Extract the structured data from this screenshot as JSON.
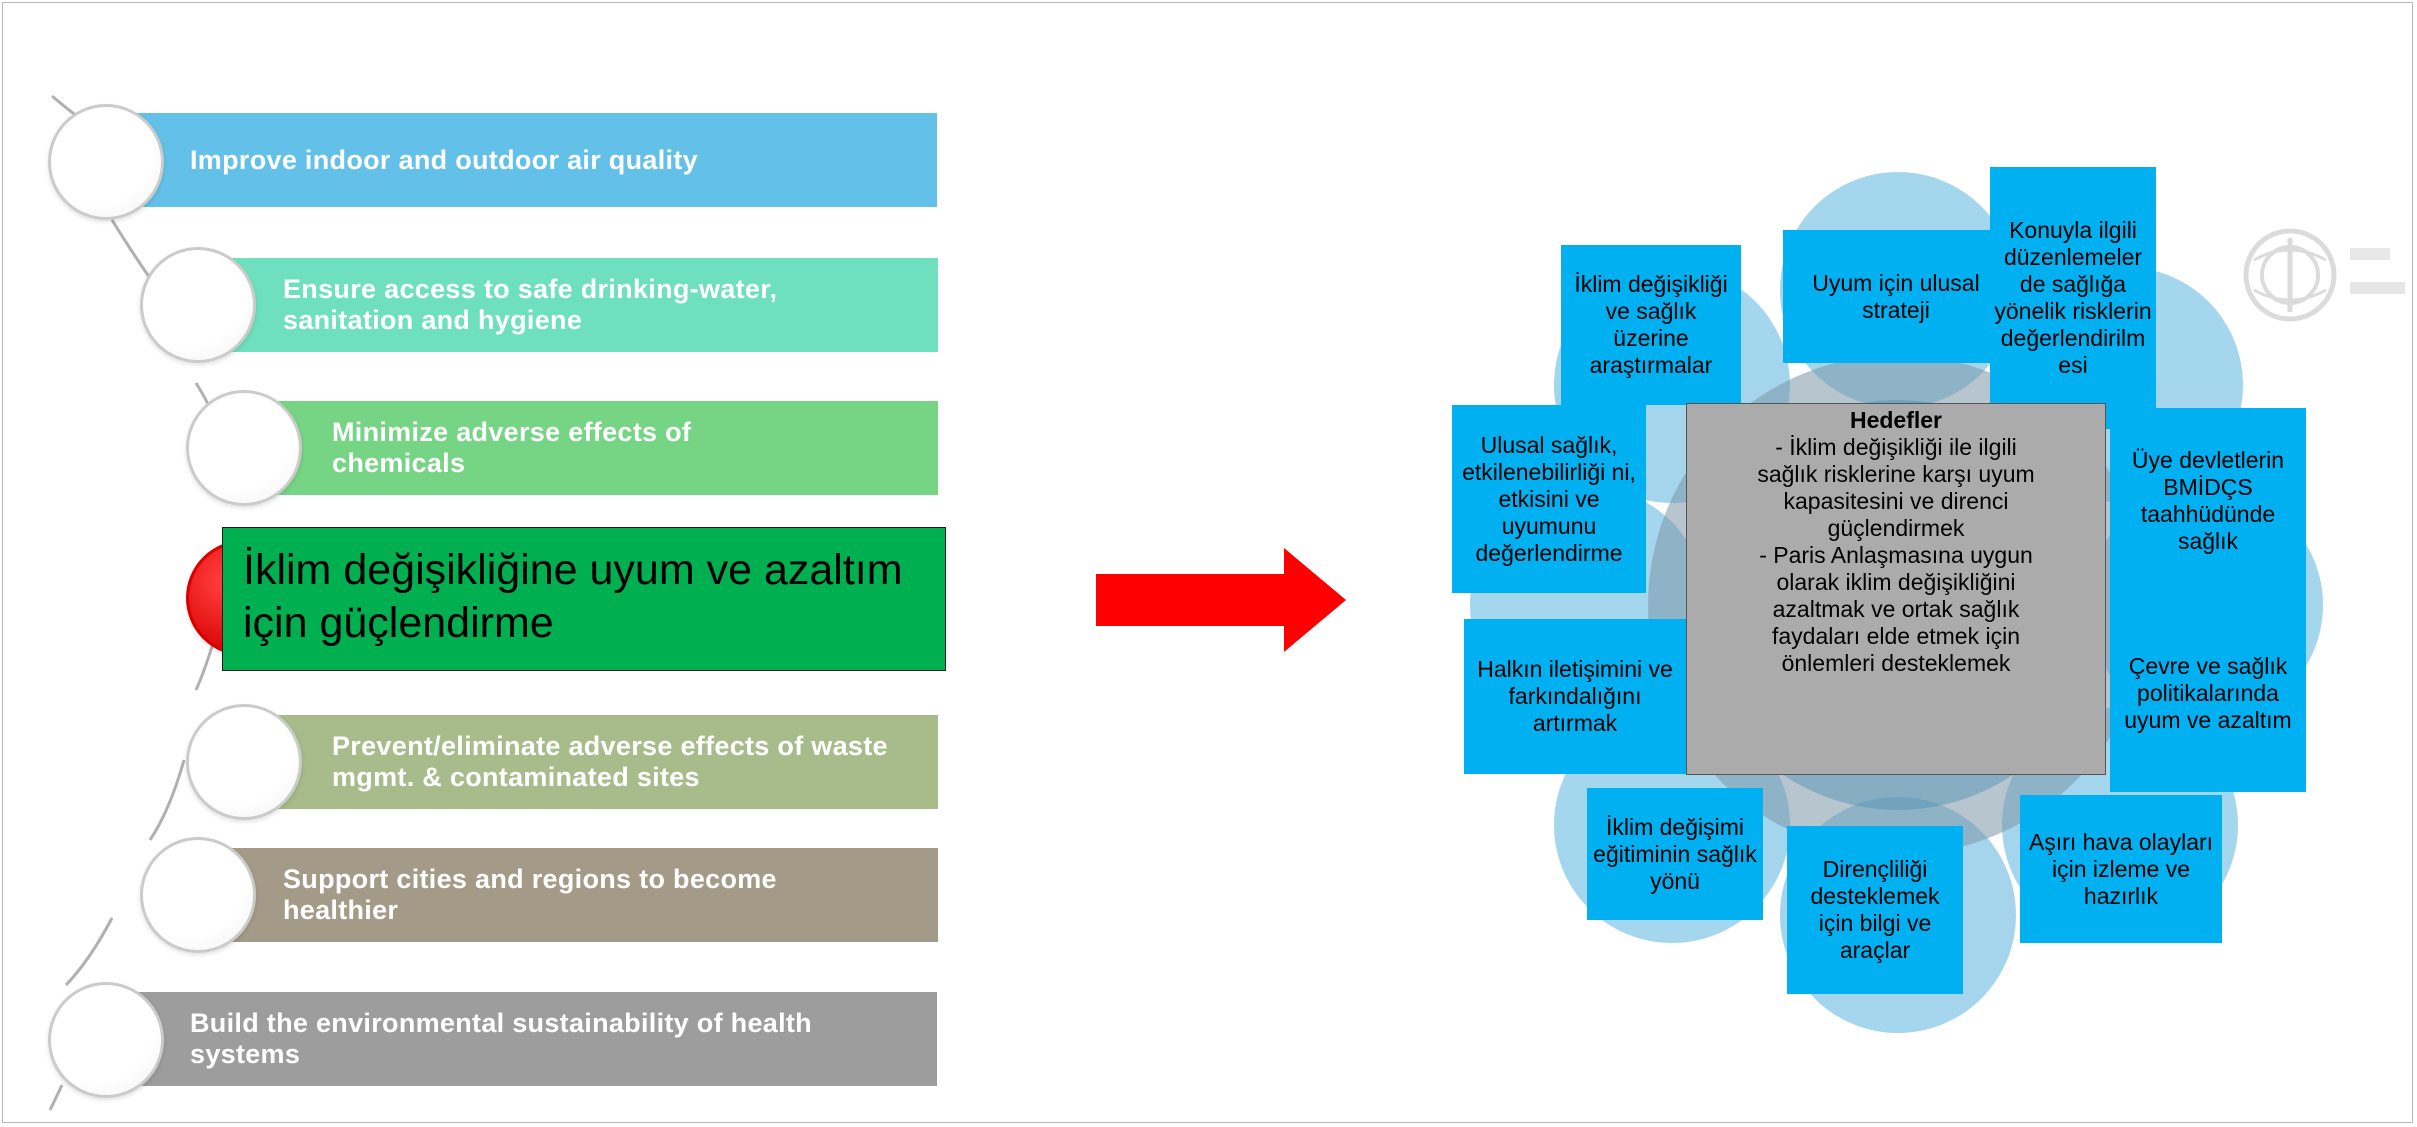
{
  "left_panel": {
    "items": [
      {
        "label": "Improve indoor and outdoor air quality",
        "color": "#63c1e9"
      },
      {
        "label": "Ensure access to safe drinking-water, sanitation and hygiene",
        "color": "#6ee0c0"
      },
      {
        "label": "Minimize adverse effects of chemicals",
        "color": "#76d485"
      },
      {
        "label": "İklim değişikliğine uyum ve azaltım için güçlendirme",
        "color": "#00af50",
        "marker_color": "#d60000"
      },
      {
        "label": "Prevent/eliminate adverse effects of waste mgmt. & contaminated sites",
        "color": "#a8bb8a"
      },
      {
        "label": "Support cities and regions to become healthier",
        "color": "#a49a88"
      },
      {
        "label": "Build the environmental sustainability of health systems",
        "color": "#9d9d9d"
      }
    ]
  },
  "arrow": {
    "color": "#ff0000",
    "icon": "right-arrow-icon"
  },
  "right_panel": {
    "center": {
      "title": "Hedefler",
      "lines": [
        "- İklim değişikliği ile ilgili",
        "sağlık risklerine karşı uyum",
        "kapasitesini ve direnci",
        "güçlendirmek",
        "- Paris Anlaşmasına uygun",
        "olarak iklim değişikliğini",
        "azaltmak ve ortak sağlık",
        "faydaları elde etmek için",
        "önlemleri desteklemek"
      ],
      "color": "#ababab"
    },
    "box_color": "#00b0f0",
    "boxes": {
      "national_strategy": "Uyum için ulusal strateji",
      "regulations": "Konuyla ilgili düzenlemeler de sağlığa yönelik risklerin değerlendirilm esi",
      "research": "İklim değişikliği ve sağlık üzerine araştırmalar",
      "assessment": "Ulusal sağlık, etkilenebilirliği ni, etkisini ve uyumunu değerlendirme",
      "member_states": "Üye devletlerin BMİDÇS taahhüdünde sağlık",
      "policies": "Çevre ve sağlık politikalarında uyum ve azaltım",
      "public_communication": "Halkın iletişimini ve farkındalığını artırmak",
      "education": "İklim değişimi eğitiminin sağlık yönü",
      "resilience_tools": "Dirençliliği desteklemek için bilgi ve araçlar",
      "extreme_weather": "Aşırı hava olayları için izleme ve hazırlık"
    },
    "petal_color": "#5ab4e0"
  },
  "logo_icon": "who-emblem-icon"
}
